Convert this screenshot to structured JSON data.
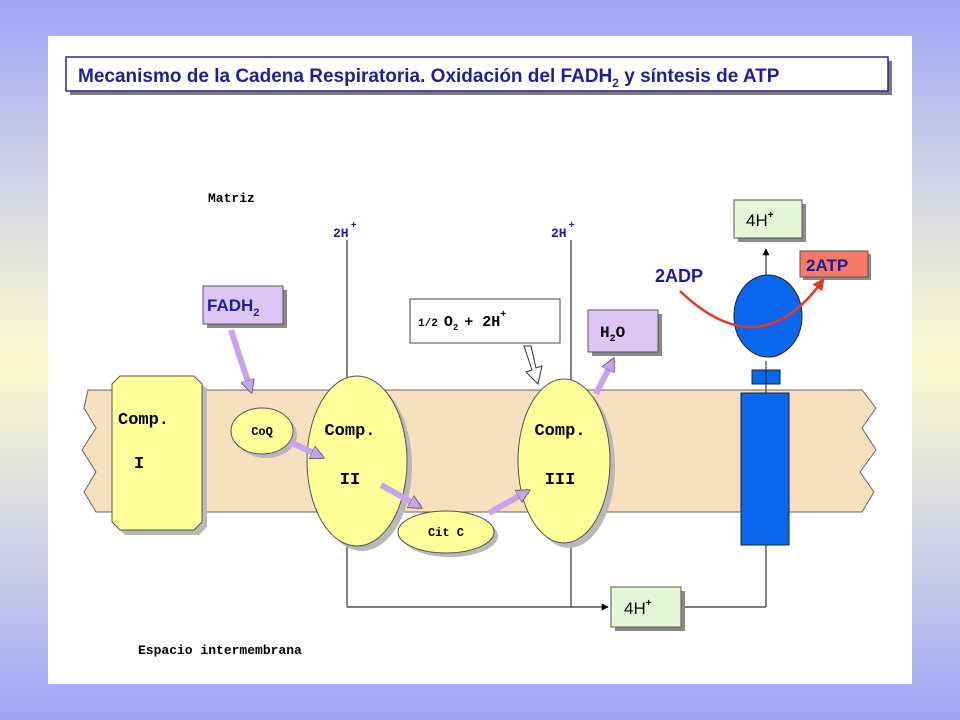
{
  "title": {
    "pre": "Mecanismo de la Cadena Respiratoria. Oxidación del FADH",
    "sub": "2",
    "post": " y síntesis de ATP"
  },
  "labels": {
    "matriz": "Matriz",
    "espacio": "Espacio intermembrana",
    "h_top_1": "2H",
    "h_top_2": "2H",
    "plus": "+",
    "plus_star": "+",
    "fadh": "FADH",
    "fadh_sub": "2",
    "coq": "CoQ",
    "comp": "Comp.",
    "comp1_num": "I",
    "comp2_num": "II",
    "comp3_num": "III",
    "citc": "Cit C",
    "o2_frac": "1/2",
    "o2": "O",
    "o2_sub": "2",
    "o2_plus_h": "+ 2H",
    "h2o_h": "H",
    "h2o_sub": "2",
    "h2o_o": "O",
    "h_box_top": "4H",
    "h_box_bottom": "4H",
    "adp": "2ADP",
    "atp": "2ATP"
  },
  "colors": {
    "membrane": "#f8dfbe",
    "complex_fill": "#ffff99",
    "arrow_purple": "#c7a3ee",
    "h2o_box": "#ddc6f4",
    "h_box": "#e6f7d8",
    "atp_box": "#f77a65",
    "synthase": "#0b66ee",
    "curve_red": "#e8361f",
    "title_border": "#2626a8",
    "background_blue": "#9fa3f4",
    "background_yellow": "#fbfbcd"
  }
}
